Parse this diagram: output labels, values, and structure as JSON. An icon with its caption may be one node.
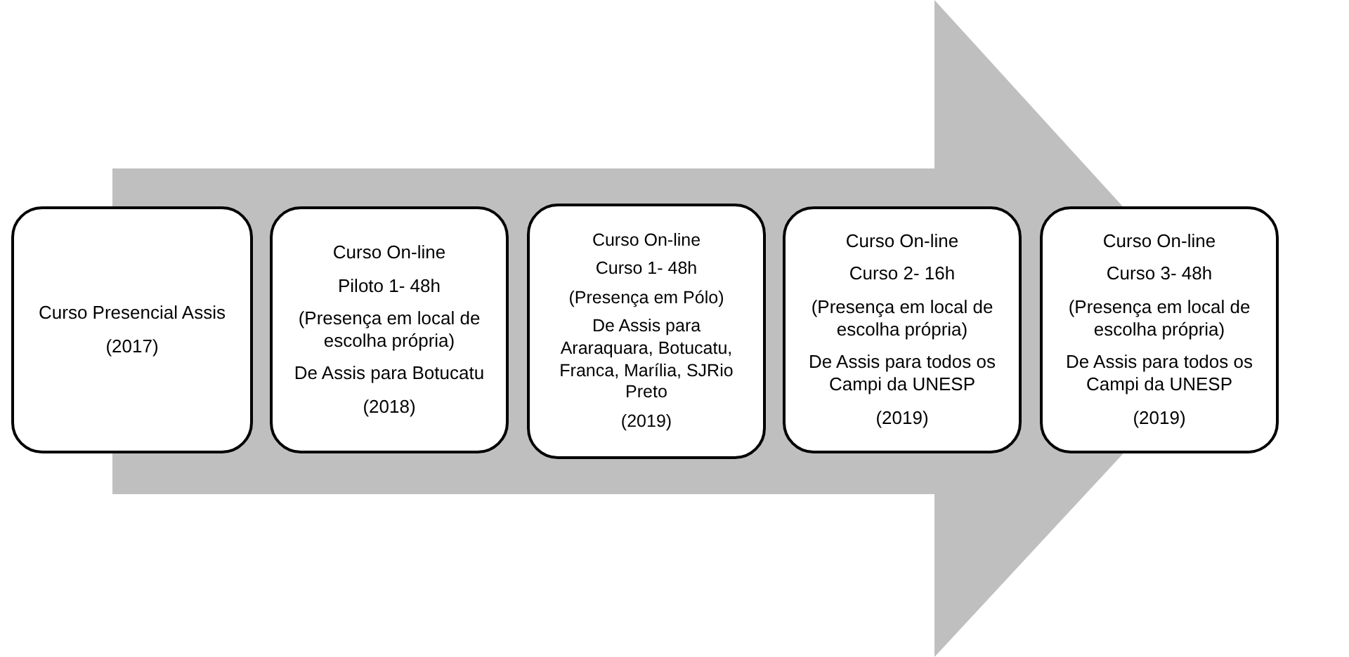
{
  "diagram": {
    "nodes": [
      {
        "text": [
          "Curso Presencial Assis",
          "(2017)"
        ]
      },
      {
        "text": [
          "Curso On-line",
          "Piloto 1- 48h",
          "(Presença em local de escolha própria)",
          "De Assis para Botucatu",
          "(2018)"
        ]
      },
      {
        "text": [
          "Curso On-line",
          "Curso 1- 48h",
          "(Presença em Pólo)",
          "De Assis para Araraquara, Botucatu, Franca, Marília, SJRio Preto",
          "(2019)"
        ]
      },
      {
        "text": [
          "Curso On-line",
          "Curso 2- 16h",
          "(Presença em local de escolha própria)",
          "De Assis para todos os Campi da UNESP",
          "(2019)"
        ]
      },
      {
        "text": [
          "Curso On-line",
          "Curso 3- 48h",
          "(Presença em local de escolha própria)",
          "De Assis para todos os Campi da UNESP",
          "(2019)"
        ]
      }
    ],
    "edges": [
      {
        "from": 0,
        "to": 4,
        "arrow": "to",
        "style": "thick"
      }
    ]
  }
}
